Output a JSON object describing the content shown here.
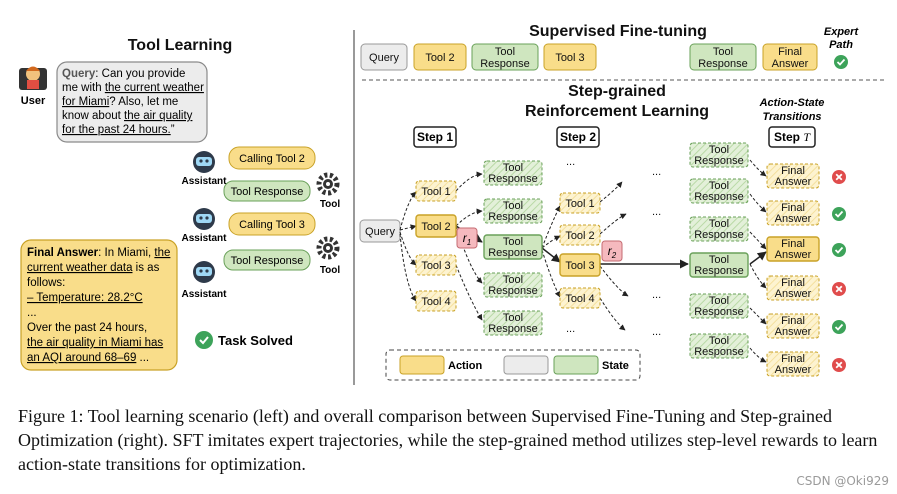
{
  "left": {
    "title": "Tool Learning",
    "user_label": "User",
    "query_lines": [
      {
        "parts": [
          {
            "t": "Query",
            "b": true,
            "gray": true
          },
          {
            "t": ": Can you provide"
          }
        ]
      },
      {
        "parts": [
          {
            "t": "me with "
          },
          {
            "t": "the current weather",
            "u": true
          }
        ]
      },
      {
        "parts": [
          {
            "t": "for Miami",
            "u": true
          },
          {
            "t": "? Also, let me"
          }
        ]
      },
      {
        "parts": [
          {
            "t": "know about "
          },
          {
            "t": "the air quality",
            "u": true
          }
        ]
      },
      {
        "parts": [
          {
            "t": "for the past 24 hours.",
            "u": true
          },
          {
            "t": "”"
          }
        ]
      }
    ],
    "assistant_label": "Assistant",
    "tool_label": "Tool",
    "calling_tool_2": "Calling Tool 2",
    "calling_tool_3": "Calling Tool 3",
    "tool_response": "Tool Response",
    "answer_lines": [
      {
        "parts": [
          {
            "t": "Final Answer",
            "b": true
          },
          {
            "t": ": In Miami, "
          },
          {
            "t": "the",
            "u": true
          }
        ]
      },
      {
        "parts": [
          {
            "t": "current weather data",
            "u": true
          },
          {
            "t": " is as"
          }
        ]
      },
      {
        "parts": [
          {
            "t": "follows:"
          }
        ]
      },
      {
        "parts": [
          {
            "t": "– Temperature: 28.2°C",
            "u": true
          }
        ]
      },
      {
        "parts": [
          {
            "t": "..."
          }
        ]
      },
      {
        "parts": [
          {
            "t": "Over the past 24 hours,"
          }
        ]
      },
      {
        "parts": [
          {
            "t": "the air quality in Miami has",
            "u": true
          }
        ]
      },
      {
        "parts": [
          {
            "t": "an AQI around 68–69",
            "u": true
          },
          {
            "t": " ..."
          }
        ]
      }
    ],
    "task_solved": "Task Solved"
  },
  "sft": {
    "title": "Supervised Fine-tuning",
    "query": "Query",
    "tool2": "Tool 2",
    "tool_response_1": "Tool",
    "tool_response_2": "Response",
    "tool3": "Tool 3",
    "final_1": "Final",
    "final_2": "Answer",
    "expert_1": "Expert",
    "expert_2": "Path"
  },
  "rl": {
    "title_1": "Step-grained",
    "title_2": "Reinforcement Learning",
    "step1": "Step 1",
    "step2": "Step 2",
    "stepT": "Step ",
    "stepT_var": "T",
    "ast_1": "Action-State",
    "ast_2": "Transitions",
    "query": "Query",
    "tool1": "Tool 1",
    "tool2": "Tool 2",
    "tool3": "Tool 3",
    "tool4": "Tool 4",
    "tr_1": "Tool",
    "tr_2": "Response",
    "fa_1": "Final",
    "fa_2": "Answer",
    "dots": "...",
    "r1": "r",
    "r1_sub": "1",
    "r2": "r",
    "r2_sub": "2",
    "legend_action": "Action",
    "legend_state": "State"
  },
  "colors": {
    "action_fill": "#f9dd8a",
    "action_stroke": "#c9a227",
    "state_fill": "#cfe6bf",
    "state_stroke": "#6aa15a",
    "query_fill": "#ececec",
    "query_stroke": "#999999",
    "reward_fill": "#f5b9be",
    "check": "#3da35a",
    "cross": "#e04c4c"
  },
  "caption": "Figure 1: Tool learning scenario (left) and overall comparison between Supervised Fine-Tuning and Step-grained Optimization (right). SFT imitates expert trajectories, while the step-grained method utilizes step-level rewards to learn action-state transitions for optimization.",
  "watermark": "CSDN @Oki929"
}
